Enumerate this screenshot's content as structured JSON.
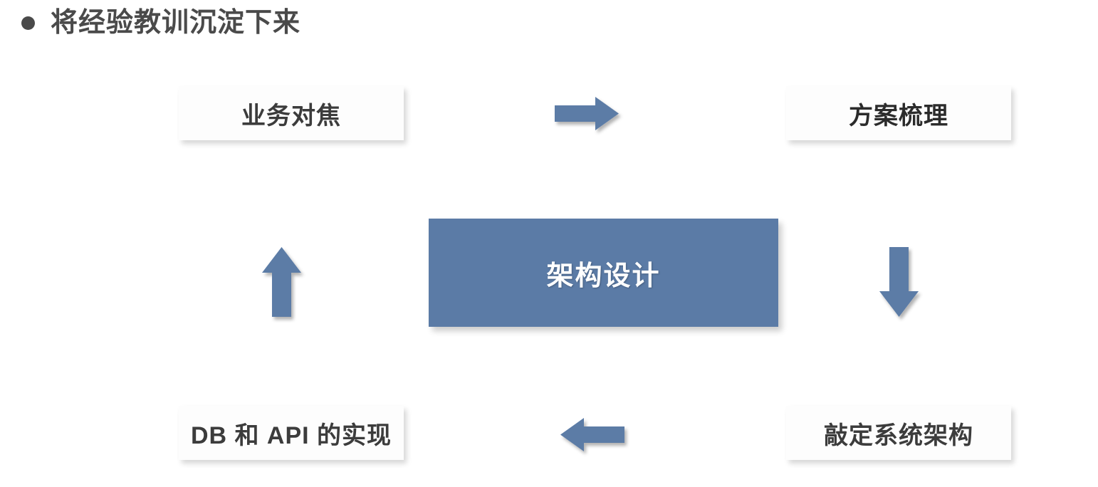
{
  "slide": {
    "title": "将经验教训沉淀下来",
    "bullet_icon": "bullet-dot-icon",
    "background_color": "#ffffff",
    "accent_color": "#5b7ba6",
    "text_color": "#3c3c3c"
  },
  "diagram": {
    "type": "cycle-flow",
    "center": {
      "label": "架构设计",
      "fill": "#5b7ba6",
      "text_color": "#ffffff"
    },
    "nodes": [
      {
        "id": "top-left",
        "label": "业务对焦",
        "fill": "#fdfdfd",
        "text_color": "#3c3c3c"
      },
      {
        "id": "top-right",
        "label": "方案梳理",
        "fill": "#fdfdfd",
        "text_color": "#2b2b2b"
      },
      {
        "id": "bottom-right",
        "label": "敲定系统架构",
        "fill": "#fdfdfd",
        "text_color": "#3c3c3c"
      },
      {
        "id": "bottom-left",
        "label": "DB 和 API 的实现",
        "fill": "#fdfdfd",
        "text_color": "#3c3c3c"
      }
    ],
    "arrows": [
      {
        "id": "arrow-right",
        "direction": "right",
        "icon": "arrow-right-icon",
        "from": "top-left",
        "to": "top-right",
        "color": "#5b7ba6"
      },
      {
        "id": "arrow-down",
        "direction": "down",
        "icon": "arrow-down-icon",
        "from": "top-right",
        "to": "bottom-right",
        "color": "#5b7ba6"
      },
      {
        "id": "arrow-left",
        "direction": "left",
        "icon": "arrow-left-icon",
        "from": "bottom-right",
        "to": "bottom-left",
        "color": "#5b7ba6"
      },
      {
        "id": "arrow-up",
        "direction": "up",
        "icon": "arrow-up-icon",
        "from": "bottom-left",
        "to": "top-left",
        "color": "#5b7ba6"
      }
    ]
  }
}
